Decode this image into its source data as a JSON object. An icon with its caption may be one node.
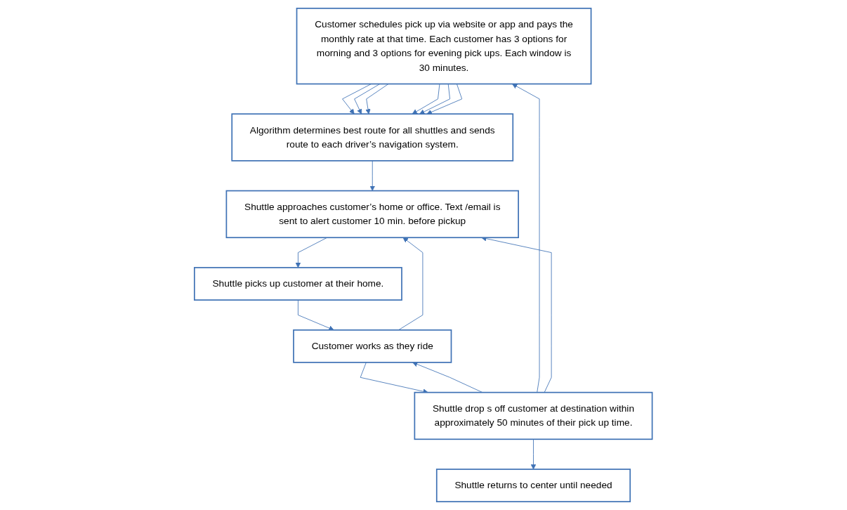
{
  "diagram": {
    "nodes": [
      {
        "text": [
          "Customer schedules pick up via website or app and pays the monthly rate at that time. Each customer has 3 options for morning and 3 options for evening pick ups. Each window is 30 minutes."
        ]
      },
      {
        "text": [
          "Algorithm determines best route for all shuttles and sends route to each driver’s navigation system."
        ]
      },
      {
        "text": [
          "Shuttle approaches customer’s home or office. Text /email is sent to alert customer 10 min. before pickup"
        ]
      },
      {
        "text": [
          "Shuttle picks up customer at their home."
        ]
      },
      {
        "text": [
          "Customer works as they ride"
        ]
      },
      {
        "text": [
          "Shuttle drop s off customer at destination within approximately 50 minutes of their pick up time."
        ]
      },
      {
        "text": [
          "Shuttle returns to center until needed"
        ]
      }
    ],
    "edges": [
      {
        "from": 0,
        "to": 1,
        "arrow": "to"
      },
      {
        "from": 0,
        "to": 1,
        "arrow": "to"
      },
      {
        "from": 0,
        "to": 1,
        "arrow": "to"
      },
      {
        "from": 0,
        "to": 1,
        "arrow": "to"
      },
      {
        "from": 0,
        "to": 1,
        "arrow": "to"
      },
      {
        "from": 0,
        "to": 1,
        "arrow": "to"
      },
      {
        "from": 1,
        "to": 2,
        "arrow": "to"
      },
      {
        "from": 2,
        "to": 3,
        "arrow": "to"
      },
      {
        "from": 3,
        "to": 4,
        "arrow": "to"
      },
      {
        "from": 4,
        "to": 5,
        "arrow": "to"
      },
      {
        "from": 5,
        "to": 6,
        "arrow": "to"
      },
      {
        "from": 5,
        "to": 4,
        "arrow": "to"
      },
      {
        "from": 5,
        "to": 0,
        "arrow": "to"
      },
      {
        "from": 5,
        "to": 2,
        "arrow": "to"
      },
      {
        "from": 4,
        "to": 2,
        "arrow": "to"
      }
    ]
  }
}
